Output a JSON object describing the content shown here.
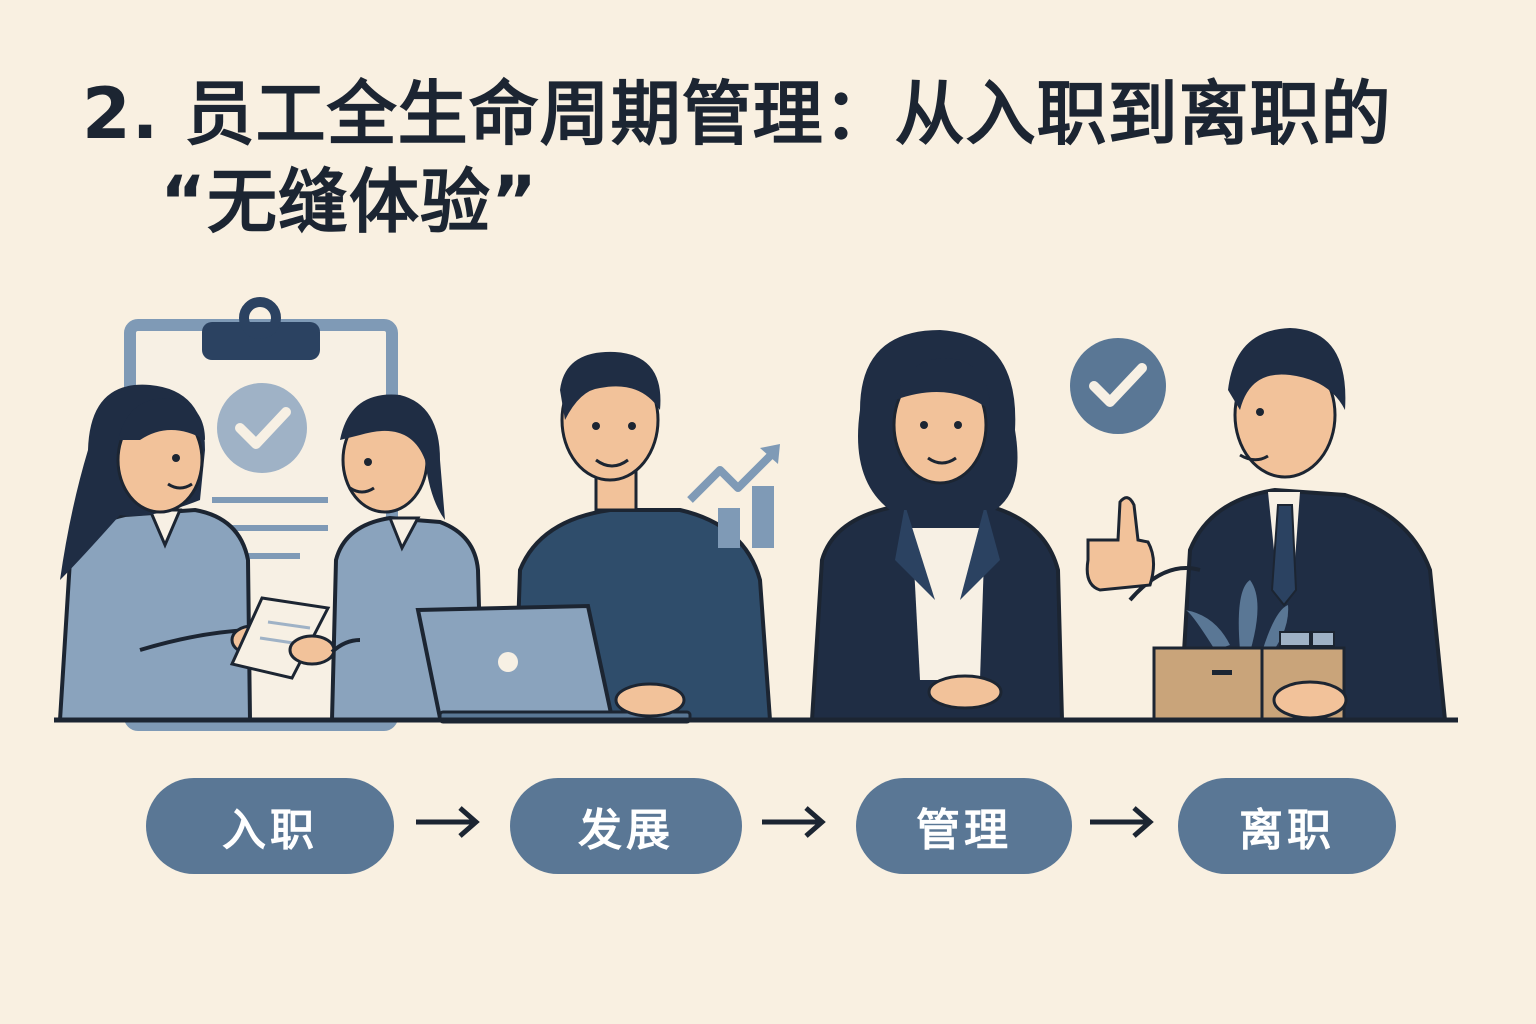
{
  "title": {
    "line1": "2. 员工全生命周期管理：从入职到离职的",
    "line2": "“无缝体验”"
  },
  "stages": [
    {
      "label": "入职"
    },
    {
      "label": "发展"
    },
    {
      "label": "管理"
    },
    {
      "label": "离职"
    }
  ],
  "colors": {
    "background": "#f9f0e1",
    "pill": "#5a7795",
    "dark_navy": "#1f2d44",
    "steel_blue": "#7f9ab6",
    "skin": "#f2c29a"
  },
  "icons": [
    "clipboard-icon",
    "check-circle-icon",
    "growth-chart-icon",
    "laptop-icon",
    "box-with-plant-icon",
    "thumbs-up-icon",
    "arrow-right-icon"
  ]
}
